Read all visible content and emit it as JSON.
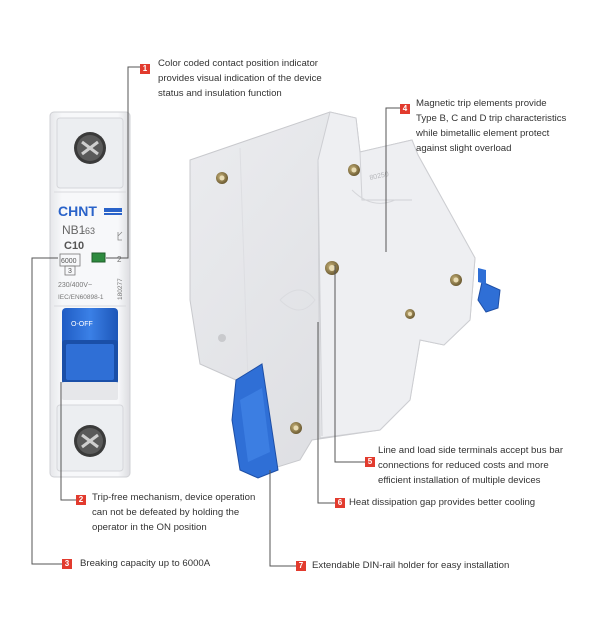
{
  "breaker": {
    "brand": "CHNT",
    "model": "NB1",
    "model_suffix": "-63",
    "rating": "C10",
    "capacity": "6000",
    "capacity_class": "3",
    "voltage": "230/400V~",
    "standard": "IEC/EN60898-1",
    "code": "180277",
    "off_label": "O-OFF",
    "terminal_mark": "2"
  },
  "side_stamp": "80250",
  "callouts": [
    {
      "num": "1",
      "lines": [
        "Color coded contact position indicator",
        "provides visual indication of the device",
        "status and insulation function"
      ]
    },
    {
      "num": "2",
      "lines": [
        "Trip-free mechanism, device operation",
        "can not be defeated by holding the",
        "operator in the ON position"
      ]
    },
    {
      "num": "3",
      "lines": [
        "Breaking capacity up to 6000A"
      ]
    },
    {
      "num": "4",
      "lines": [
        "Magnetic trip elements provide",
        "Type B, C and D trip characteristics",
        "while bimetallic element protect",
        "against slight overload"
      ]
    },
    {
      "num": "5",
      "lines": [
        "Line and load side terminals accept bus bar",
        "connections for reduced costs and more",
        "efficient installation of multiple devices"
      ]
    },
    {
      "num": "6",
      "lines": [
        "Heat dissipation gap provides better cooling"
      ]
    },
    {
      "num": "7",
      "lines": [
        "Extendable DIN-rail holder for easy installation"
      ]
    }
  ],
  "colors": {
    "accent": "#e23b2e",
    "handle": "#2f6fd6",
    "body": "#f1f2f4",
    "brand_blue": "#2a63c9"
  }
}
